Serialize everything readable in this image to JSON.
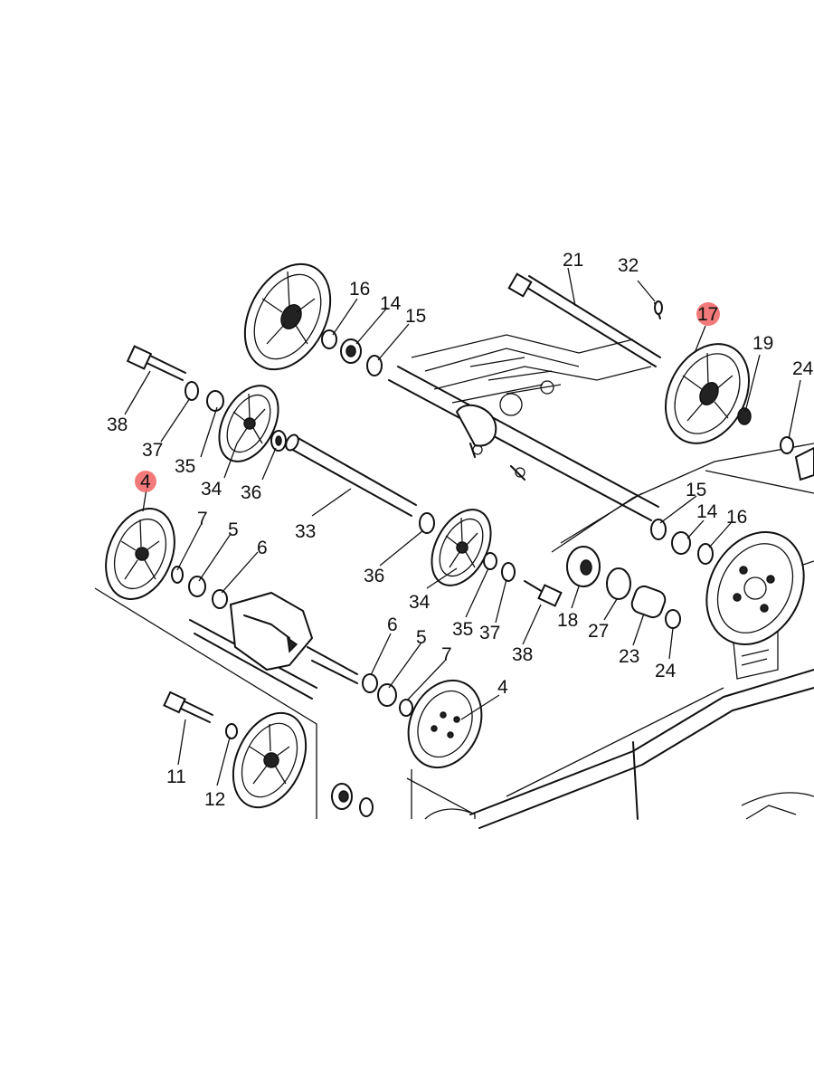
{
  "labels": {
    "l16a": "16",
    "l14a": "14",
    "l15a": "15",
    "l21": "21",
    "l32": "32",
    "l17": "17",
    "l19": "19",
    "l24a": "24",
    "l38a": "38",
    "l37a": "37",
    "l35a": "35",
    "l34a": "34",
    "l36a": "36",
    "l4a": "4",
    "l7a": "7",
    "l5a": "5",
    "l6a": "6",
    "l33": "33",
    "l36b": "36",
    "l34b": "34",
    "l35b": "35",
    "l37b": "37",
    "l38b": "38",
    "l15b": "15",
    "l14b": "14",
    "l16b": "16",
    "l18": "18",
    "l27": "27",
    "l23": "23",
    "l24b": "24",
    "l6b": "6",
    "l5b": "5",
    "l7b": "7",
    "l4b": "4",
    "l11": "11",
    "l12": "12"
  },
  "highlighted": [
    "17",
    "4"
  ],
  "colors": {
    "highlight": "#f26b6b",
    "ink": "#111111",
    "background": "#ffffff"
  }
}
